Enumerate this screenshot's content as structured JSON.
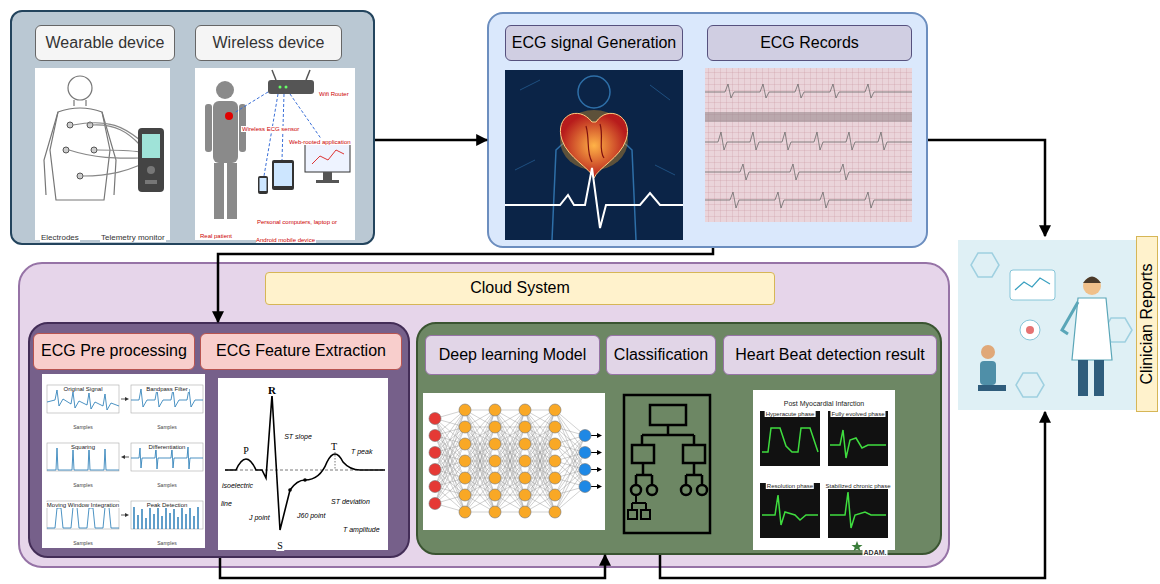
{
  "diagram": {
    "nodes": [
      {
        "text": []
      },
      {
        "text": [
          "Wearable device"
        ],
        "in": 0
      },
      {
        "text": [
          "Wireless device"
        ],
        "in": 0
      },
      {
        "text": []
      },
      {
        "text": [
          "ECG signal Generation"
        ],
        "in": 3
      },
      {
        "text": [
          "ECG Records"
        ],
        "in": 3
      },
      {
        "text": [
          "Clinician Reports"
        ]
      },
      {
        "text": []
      },
      {
        "text": [
          "Cloud System"
        ],
        "in": 7
      },
      {
        "text": [],
        "in": 7
      },
      {
        "text": [
          "ECG Pre processing"
        ],
        "in": 9
      },
      {
        "text": [
          "ECG Feature Extraction"
        ],
        "in": 9
      },
      {
        "text": [],
        "in": 7
      },
      {
        "text": [
          "Deep learning Model"
        ],
        "in": 12
      },
      {
        "text": [
          "Classification"
        ],
        "in": 12
      },
      {
        "text": [
          "Heart Beat detection result"
        ],
        "in": 12
      }
    ],
    "edges": [
      {
        "from": 0,
        "to": 3,
        "arrow": "to"
      },
      {
        "from": 3,
        "to": 6,
        "arrow": "to"
      },
      {
        "from": 3,
        "to": 9,
        "arrow": "to"
      },
      {
        "from": 9,
        "to": 12,
        "arrow": "to"
      },
      {
        "from": 12,
        "to": 6,
        "arrow": "to"
      }
    ],
    "labels": [
      "Electrodes",
      "Telemetry monitor",
      "Wifi Router",
      "Wireless ECG sensor",
      "Web-rooted application",
      "Real patient",
      "Personal computers, laptop or Android mobile device",
      "Original Signal",
      "Samples",
      "Bandpass Filter",
      "Samples",
      "Squaring",
      "Samples",
      "Differentiation",
      "Samples",
      "Moving Window Integration",
      "Samples",
      "Peak Detection",
      "Samples",
      "R",
      "P",
      "T",
      "S",
      "ST slope",
      "T peak",
      "isoelectric line",
      "J point",
      "J60 point",
      "ST deviation",
      "T amplitude",
      "Post Myocardial Infarction",
      "Hyperacute phase",
      "Fully evolved phase",
      "Resolution phase",
      "Stabilized chronic phase",
      "ADAM."
    ]
  }
}
